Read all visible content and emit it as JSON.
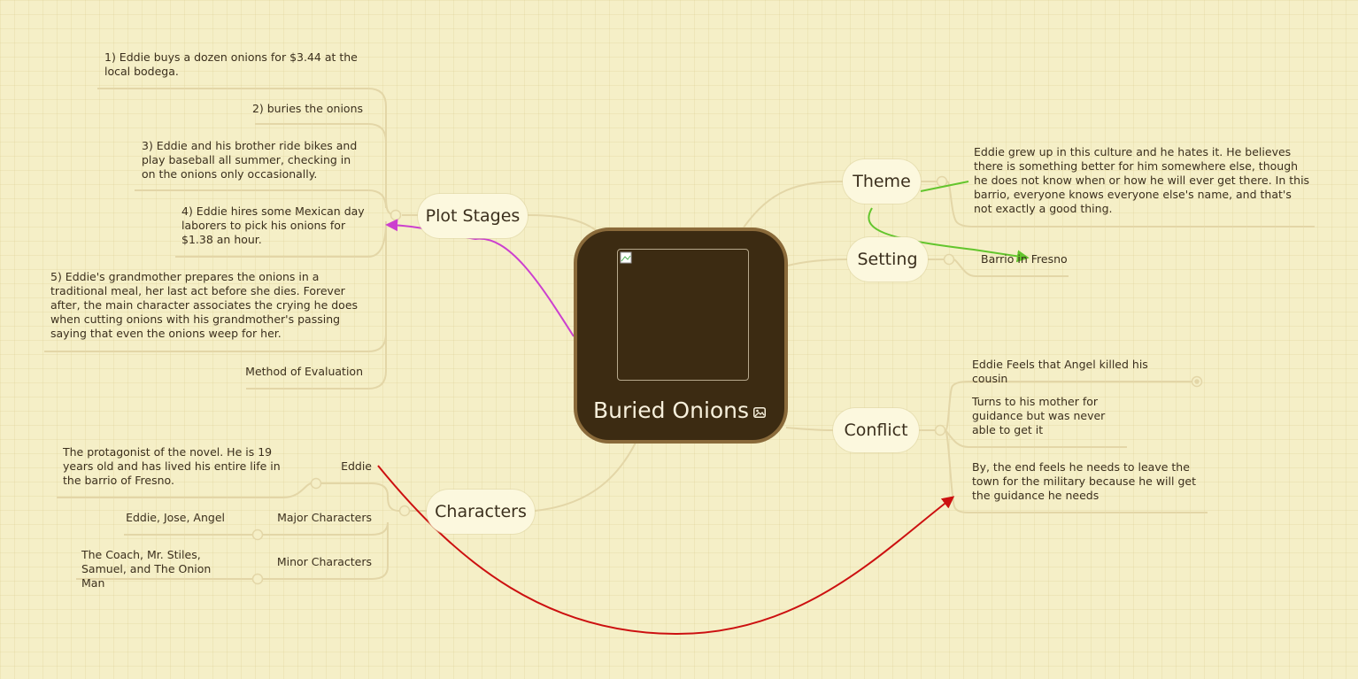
{
  "central": {
    "title": "Buried Onions"
  },
  "branches": {
    "plot_stages": {
      "label": "Plot Stages",
      "items": [
        "1) Eddie buys a dozen onions for $3.44 at the local bodega.",
        "2) buries the onions",
        "3) Eddie and his brother ride bikes and play baseball all summer, checking in on the onions only occasionally.",
        "4) Eddie  hires some Mexican day laborers to pick his onions for $1.38 an hour.",
        "5) Eddie's  grandmother prepares the onions in a traditional meal, her last act before she dies. Forever after, the main character associates the crying he does when cutting onions with his grandmother's passing saying that even the onions weep for her.",
        "Method of Evaluation"
      ]
    },
    "characters": {
      "label": "Characters",
      "items": [
        {
          "label": "Eddie",
          "detail": "The protagonist of the novel. He is 19 years old and has lived his entire life in the barrio of Fresno."
        },
        {
          "label": "Major Characters",
          "detail": "Eddie, Jose, Angel"
        },
        {
          "label": "Minor Characters",
          "detail": "The Coach, Mr. Stiles, Samuel, and The Onion Man"
        }
      ]
    },
    "theme": {
      "label": "Theme",
      "items": [
        "Eddie grew up in this culture and he hates it. He believes there is something better for him somewhere else, though he does not know when or how he will ever get there. In this barrio, everyone knows everyone else's name, and that's not exactly a good thing."
      ]
    },
    "setting": {
      "label": "Setting",
      "items": [
        "Barrio in Fresno"
      ]
    },
    "conflict": {
      "label": "Conflict",
      "items": [
        "Eddie Feels that Angel killed his cousin",
        "Turns to his mother for guidance but was never able to get it",
        "By, the end feels he needs to leave the town for the military because he will get the guidance he needs"
      ]
    }
  },
  "colors": {
    "background": "#f5efc7",
    "connector": "#e3d6a7",
    "central_fill": "#3c2b12",
    "central_border": "#8a6a3a",
    "relation_magenta": "#cc3fcf",
    "relation_green": "#63c52d",
    "relation_red": "#cc1010"
  }
}
